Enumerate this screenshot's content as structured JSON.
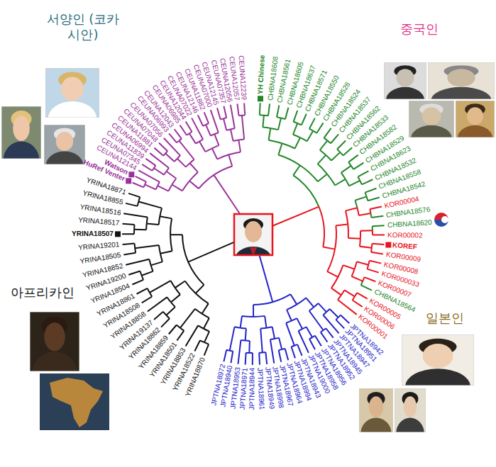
{
  "diagram": {
    "labels": [
      "서양인 (코카시안)",
      "중국인",
      "CEUNA12239",
      "CEUNA12057",
      "CEUNA12056",
      "CEUNA07357",
      "CEUNA12145",
      "CEUNA07000",
      "CEUNA11882",
      "CEUNA12146",
      "CEUNA07022",
      "CEUNA12044",
      "CEUNA06985",
      "CEUNA12043",
      "CEUNA06993",
      "CEUNA07056",
      "CEUNA07048",
      "CEUNA11881",
      "CEUNA06994",
      "CEUNA11839",
      "CEUNA07345",
      "CEUNA12144",
      "Watson",
      "HuRef Venter",
      "YRINA18871",
      "YRINA18855",
      "YRINA18516",
      "YRINA18517",
      "YRINA18507",
      "YRINA19201",
      "YRINA18505",
      "YRINA18852",
      "YRINA19200",
      "YRINA18504",
      "YRINA18861",
      "YRINA18508",
      "YRINA18858",
      "YRINA19137",
      "YRINA18862",
      "YRINA18859",
      "YRINA18501",
      "YRINA18853",
      "YRINA18522",
      "YRINA18870",
      "JPTNA18972",
      "JPTNA18940",
      "JPTNA18953",
      "JPTNA18971",
      "JPTNA18944",
      "JPTNA18961",
      "JPTNA18949",
      "JPTNA18998",
      "JPTNA18967",
      "JPTNA18964",
      "JPTNA18994",
      "JPTNA18943",
      "JPTNA19000",
      "JPTNA18958",
      "JPTNA18956",
      "JPTNA18952",
      "JPTNA18945",
      "JPTNA18947",
      "JPTNA18951",
      "JPTNA18942",
      "KOR00001",
      "KOR00006",
      "KOR00005",
      "CHBNA18564",
      "KOR00007",
      "KOR000033",
      "KOR00008",
      "KOR00009",
      "KOREF",
      "KOR00002",
      "CHBNA18620",
      "CHBNA18576",
      "KOR00004",
      "CHBNA18542",
      "CHBNA18558",
      "CHBNA18532",
      "CHBNA18623",
      "CHBNA18529",
      "CHBNA18582",
      "CHBNA18533",
      "CHBNA18562",
      "CHBNA18537",
      "CHBNA18524",
      "CHBNA18526",
      "CHBNA18550",
      "CHBNA18571",
      "CHBNA18637",
      "CHBNA18605",
      "CHBNA18561",
      "CHBNA18608",
      "YH Chinese",
      "아프리카인",
      "일본인"
    ]
  }
}
